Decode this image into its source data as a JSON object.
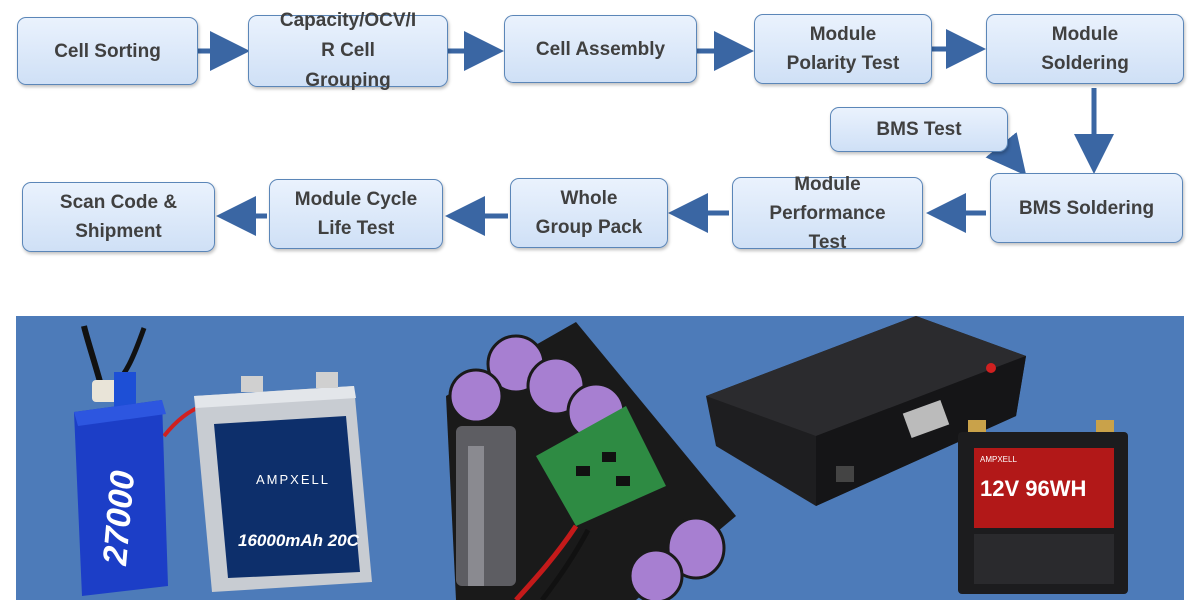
{
  "steps": {
    "cell_sorting": "Cell Sorting",
    "grouping": "Capacity/OCV/I\nR Cell\nGrouping",
    "cell_assembly": "Cell Assembly",
    "polarity_test": "Module\nPolarity Test",
    "soldering": "Module\nSoldering",
    "bms_test": "BMS Test",
    "bms_soldering": "BMS Soldering",
    "performance_test": "Module\nPerformance\nTest",
    "whole_group_pack": "Whole\nGroup Pack",
    "cycle_life_test": "Module Cycle\nLife Test",
    "scan_code": "Scan Code &\nShipment"
  },
  "photo": {
    "lipo_capacity": "27000",
    "cell_brand": "AMPXELL",
    "cell_spec": "16000mAh 20C",
    "moto_brand": "AMPXELL",
    "moto_spec": "12V 96WH"
  },
  "colors": {
    "box_border": "#5b86b8",
    "arrow": "#3a66a3",
    "photo_bg": "#4d7bb9",
    "cell_purple": "#a77fd1"
  }
}
